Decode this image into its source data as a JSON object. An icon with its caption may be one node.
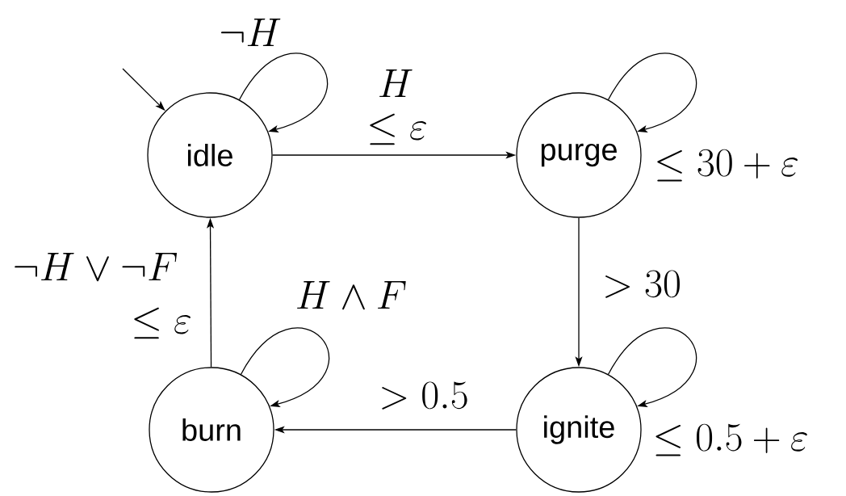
{
  "diagram": {
    "nodes": [
      {
        "text": [
          "idle"
        ]
      },
      {
        "text": [
          "purge"
        ],
        "beside": [
          "\\leq 30 + \\varepsilon"
        ]
      },
      {
        "text": [
          "burn"
        ]
      },
      {
        "text": [
          "ignite"
        ],
        "beside": [
          "\\leq 0.5 + \\varepsilon"
        ]
      }
    ],
    "edges": [
      {
        "from": null,
        "to": 0,
        "arrow": "to"
      },
      {
        "from": 0,
        "to": 0,
        "arrow": "to",
        "label": "\\neg H"
      },
      {
        "from": 0,
        "to": 1,
        "arrow": "to",
        "label": "\\leq \\varepsilon"
      },
      {
        "from": 1,
        "to": 1,
        "arrow": "to"
      },
      {
        "from": 1,
        "to": 3,
        "arrow": "to",
        "label": "> 30"
      },
      {
        "from": 3,
        "to": 3,
        "arrow": "to"
      },
      {
        "from": 3,
        "to": 2,
        "arrow": "to",
        "label": "> 0.5"
      },
      {
        "from": 2,
        "to": 2,
        "arrow": "to",
        "label": "H \\land F"
      },
      {
        "from": 2,
        "to": 0,
        "arrow": "to",
        "label": "\\leq \\varepsilon"
      }
    ],
    "labels": [
      "H",
      "\\neg H \\lor \\neg F"
    ]
  }
}
